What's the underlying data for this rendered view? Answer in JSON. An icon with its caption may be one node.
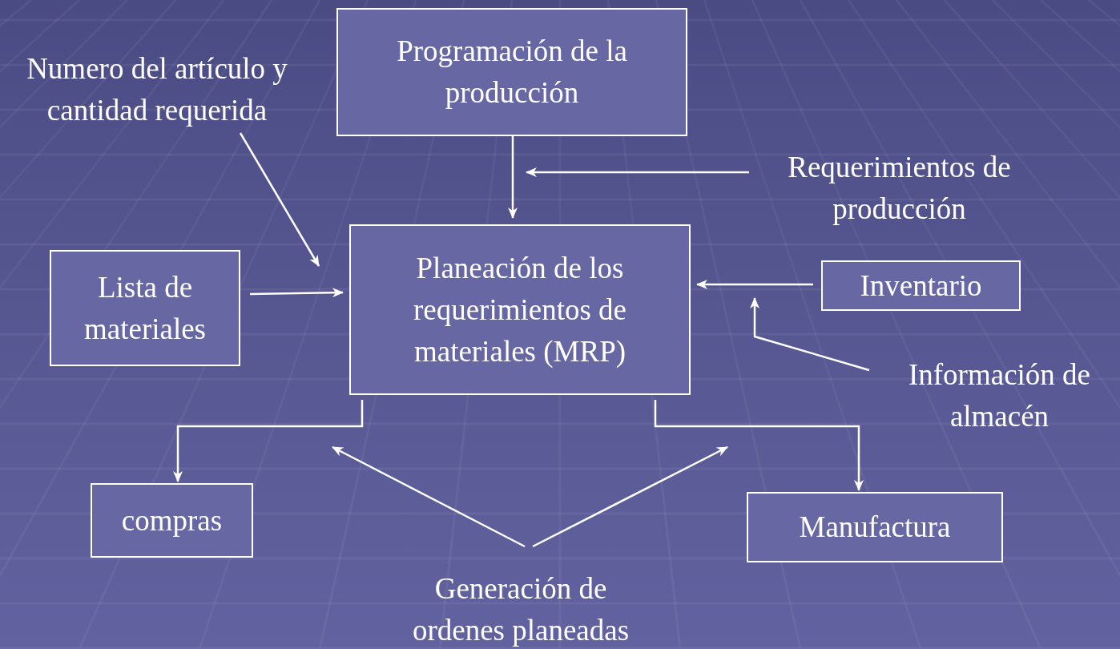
{
  "diagram": {
    "nodes": [
      {
        "text": [
          "Programación de la producción"
        ]
      },
      {
        "text": [
          "Numero del artículo y cantidad requerida"
        ]
      },
      {
        "text": [
          "Requerimientos de producción"
        ]
      },
      {
        "text": [
          "Lista de materiales"
        ]
      },
      {
        "text": [
          "Planeación de los requerimientos de materiales (MRP)"
        ]
      },
      {
        "text": [
          "Inventario"
        ]
      },
      {
        "text": [
          "Información de almacén"
        ]
      },
      {
        "text": [
          "compras"
        ]
      },
      {
        "text": [
          "Manufactura"
        ]
      },
      {
        "text": [
          "Generación de ordenes planeadas"
        ]
      }
    ],
    "edges": [
      {
        "from": 0,
        "to": 4,
        "arrow": "to"
      },
      {
        "from": 2,
        "to": null,
        "arrow": "to"
      },
      {
        "from": 1,
        "to": 4,
        "arrow": "to"
      },
      {
        "from": 3,
        "to": 4,
        "arrow": "to"
      },
      {
        "from": 5,
        "to": 4,
        "arrow": "to"
      },
      {
        "from": 6,
        "to": null,
        "arrow": "to"
      },
      {
        "from": 4,
        "to": 7,
        "arrow": "to"
      },
      {
        "from": 4,
        "to": 8,
        "arrow": "to"
      },
      {
        "from": 9,
        "to": null,
        "arrow": "to"
      },
      {
        "from": 9,
        "to": null,
        "arrow": "to"
      }
    ]
  }
}
